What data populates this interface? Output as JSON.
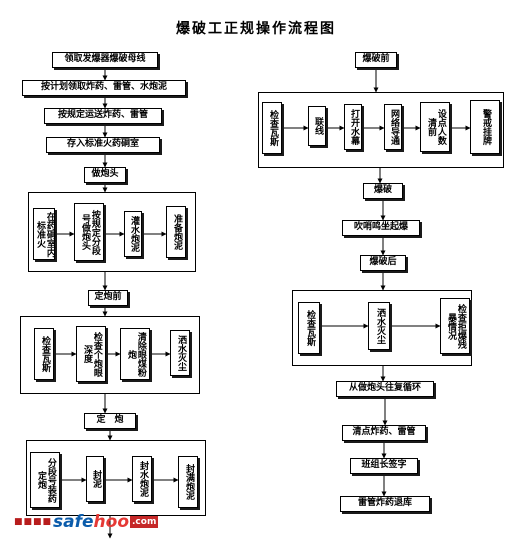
{
  "title": "爆破工正规操作流程图",
  "left": {
    "n1": "领取发爆器爆破母线",
    "n2": "按计划领取炸药、雷管、水炮泥",
    "n3": "按规定运送炸药、雷管",
    "n4": "存入标准火药硐室",
    "n5": "做炮头",
    "g1": [
      "在药硐室内标准火",
      "按规定分段号做炮头",
      "灌水炮泥",
      "准备炮泥"
    ],
    "n6": "定炮前",
    "g2": [
      "检查瓦斯",
      "检查个炮眼深度",
      "清除眼煤粉炮",
      "洒水灭尘"
    ],
    "n7": "定　炮",
    "g3": [
      "分段号装药定炮",
      "封泥",
      "封水炮泥",
      "封满炮泥"
    ]
  },
  "right": {
    "n1": "爆破前",
    "g1": [
      "检查瓦斯",
      "联线",
      "打开水幕",
      "网络导通",
      "设点人数清前",
      "警戒挂牌"
    ],
    "n2": "爆破",
    "n3": "吹哨鸣坐起爆",
    "n4": "爆破后",
    "g2": [
      "检查瓦斯",
      "洒水灭尘",
      "检查拒爆残暴情况"
    ],
    "n5": "从做炮头往复循环",
    "n6": "清点炸药、雷管",
    "n7": "班组长签字",
    "n8": "雷管炸药退库"
  },
  "watermark": {
    "dots": "■■■■",
    "part1": "safe",
    "part2": "hoo",
    "tld": ".com"
  }
}
